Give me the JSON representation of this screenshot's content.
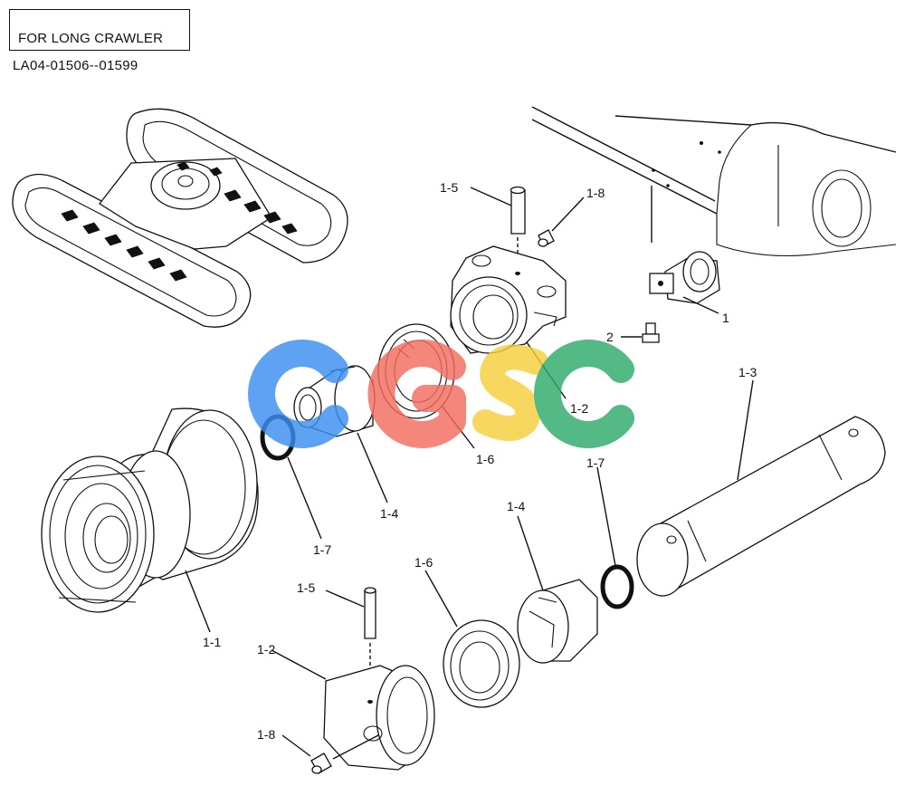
{
  "header": {
    "title": "FOR LONG CRAWLER",
    "serial_range": "LA04-01506--01599"
  },
  "watermark": {
    "letters": [
      "C",
      "G",
      "S",
      "C"
    ],
    "colors": [
      "#3b8ff0",
      "#f26c5f",
      "#f7cf3d",
      "#2eab6c"
    ]
  },
  "callouts": {
    "c1": "1",
    "c2": "2",
    "c1_1": "1-1",
    "c1_2a": "1-2",
    "c1_2b": "1-2",
    "c1_3": "1-3",
    "c1_4a": "1-4",
    "c1_4b": "1-4",
    "c1_5a": "1-5",
    "c1_5b": "1-5",
    "c1_6a": "1-6",
    "c1_6b": "1-6",
    "c1_7a": "1-7",
    "c1_7b": "1-7",
    "c1_8a": "1-8",
    "c1_8b": "1-8"
  }
}
